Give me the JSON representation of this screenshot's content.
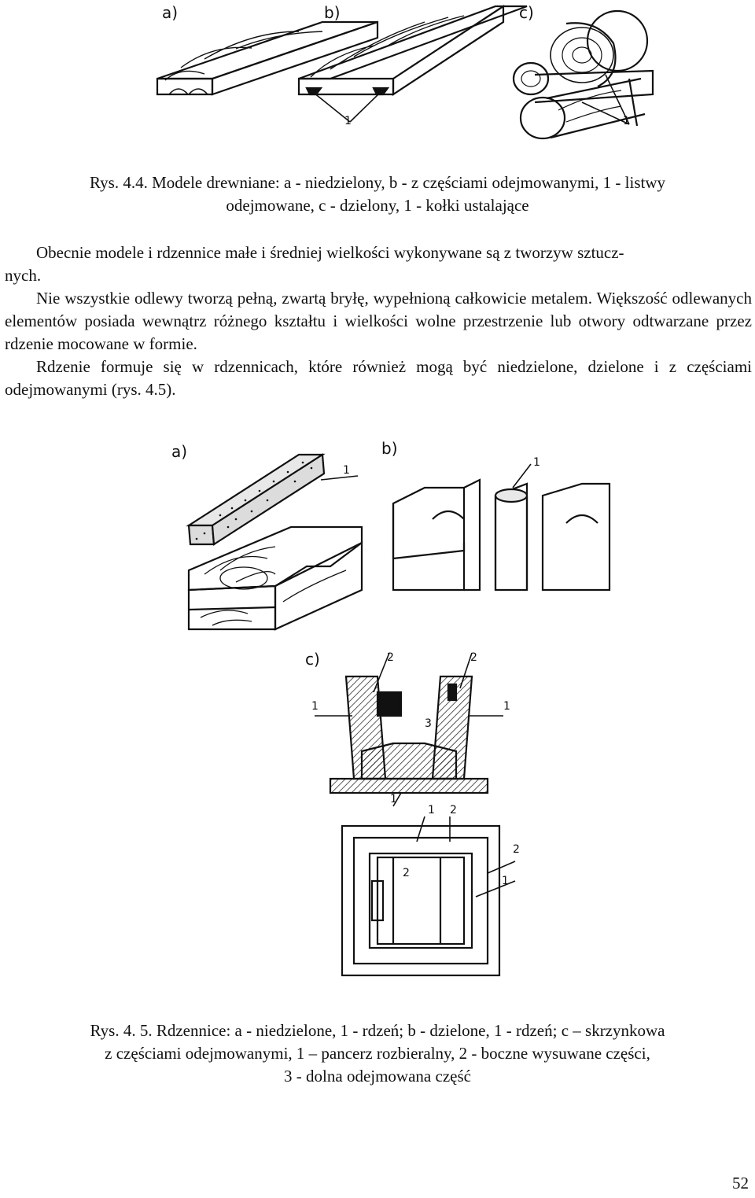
{
  "figure1": {
    "labels": [
      "a)",
      "b)",
      "c)"
    ],
    "callouts": [
      "1",
      "1"
    ]
  },
  "caption1": {
    "line1": "Rys. 4.4. Modele drewniane: a - niedzielony, b - z częściami odejmowanymi, 1 - listwy",
    "line2": "odejmowane, c - dzielony, 1 - kołki ustalające"
  },
  "paragraphs": {
    "p1_line1": "Obecnie modele i rdzennice małe i średniej wielkości wykonywane są z tworzyw sztucz-",
    "p1_line2": "nych.",
    "p2": "Nie wszystkie odlewy   tworzą pełną, zwartą bryłę, wypełnioną całkowicie metalem. Większość odlewanych elementów posiada wewnątrz różnego kształtu i wielkości wolne przestrzenie lub otwory odtwarzane przez rdzenie mocowane w formie.",
    "p3": "Rdzenie formuje się w rdzennicach, które również mogą być niedzielone, dzielone i z częściami odejmowanymi (rys. 4.5)."
  },
  "figure2": {
    "labels": [
      "a)",
      "b)",
      "c)"
    ],
    "callouts_a": [
      "1"
    ],
    "callouts_b": [
      "1"
    ],
    "callouts_c_top": [
      "2",
      "2",
      "1",
      "1",
      "3",
      "1"
    ],
    "callouts_c_bottom": [
      "1",
      "2",
      "2",
      "2",
      "1"
    ]
  },
  "caption2": {
    "line1": "Rys. 4. 5. Rdzennice: a - niedzielone, 1 - rdzeń; b - dzielone, 1 - rdzeń; c – skrzynkowa",
    "line2": "z   częściami odejmowanymi, 1 – pancerz  rozbieralny, 2 - boczne wysuwane części,",
    "line3": "3 - dolna odejmowana część"
  },
  "page_number": "52"
}
